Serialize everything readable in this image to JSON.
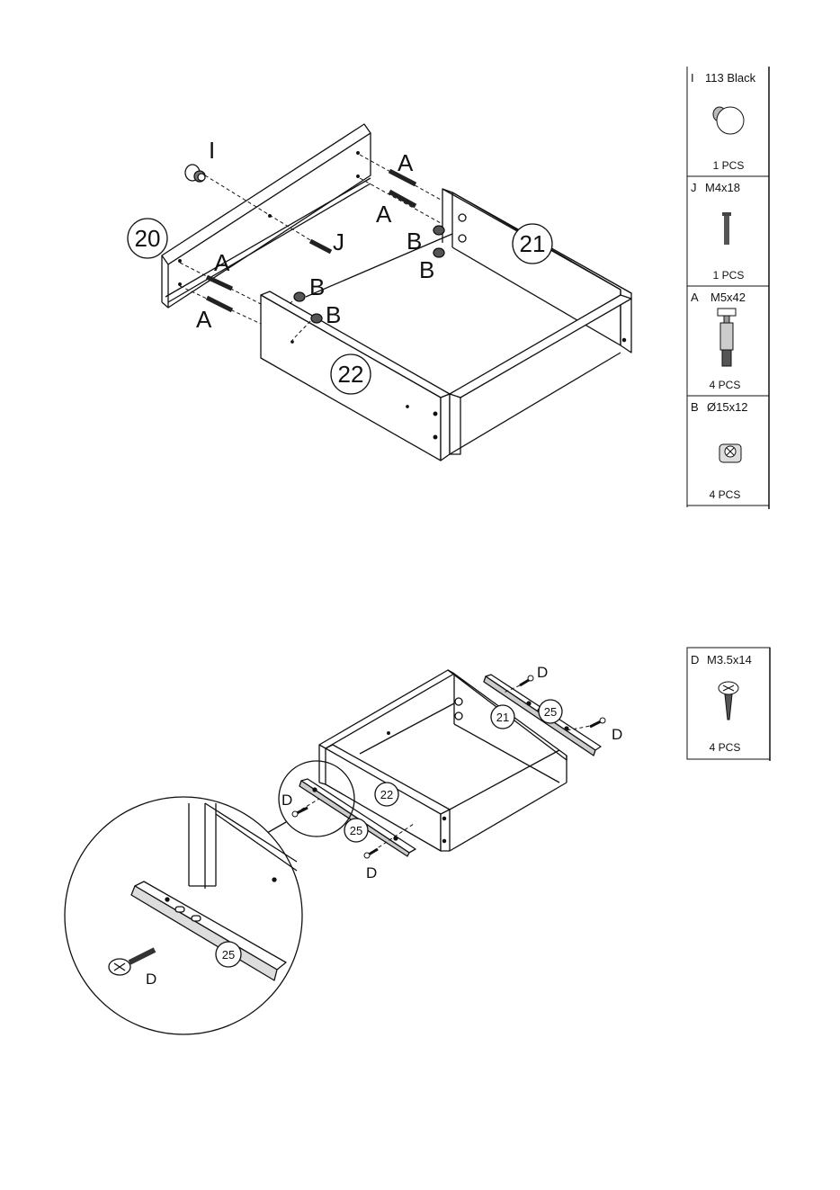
{
  "step1": {
    "callouts": {
      "I": "I",
      "J": "J",
      "A1": "A",
      "A2": "A",
      "A3": "A",
      "A4": "A",
      "B1": "B",
      "B2": "B",
      "B3": "B",
      "B4": "B",
      "p20": "20",
      "p21": "21",
      "p22": "22"
    },
    "parts": [
      {
        "letter": "I",
        "spec": "113 Black",
        "qty": "1 PCS"
      },
      {
        "letter": "J",
        "spec": "M4x18",
        "qty": "1 PCS"
      },
      {
        "letter": "A",
        "spec": "M5x42",
        "qty": "4 PCS"
      },
      {
        "letter": "B",
        "spec": "Ø15x12",
        "qty": "4 PCS"
      }
    ]
  },
  "step2": {
    "callouts": {
      "D1": "D",
      "D2": "D",
      "D3": "D",
      "D4": "D",
      "D5": "D",
      "p21": "21",
      "p22": "22",
      "p25a": "25",
      "p25b": "25",
      "p25c": "25"
    },
    "parts": [
      {
        "letter": "D",
        "spec": "M3.5x14",
        "qty": "4 PCS"
      }
    ]
  }
}
